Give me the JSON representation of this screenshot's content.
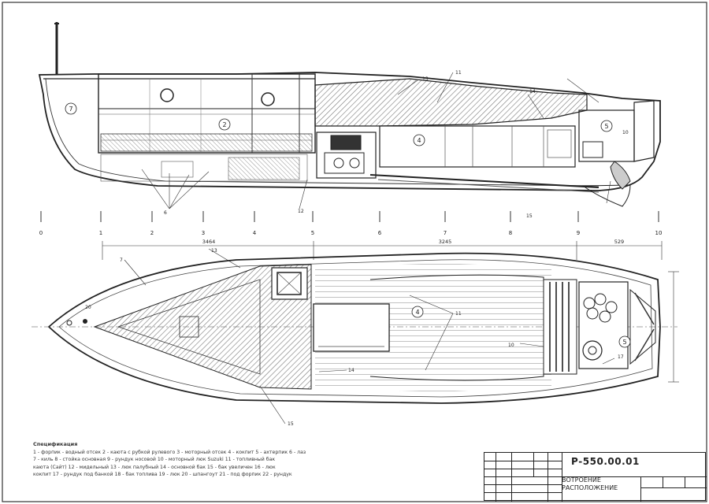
{
  "drawing": {
    "code": "Р-550.00.01",
    "name_line1": "ВОТРОЕНИЕ",
    "name_line2": "РАСПОЛОЖЕНИЕ",
    "legend_title": "Спецификация",
    "legend_lines": [
      "1 - форпик - водный отсек 2 - каюта с рубкой рулевого 3 - моторный отсек 4 - кокпит 5 - ахтерпик 6 - лаз",
      "7 - киль 8 - стойка основная 9 - рундук носовой 10 - моторный люк Suzuki 11 - топливный бак",
      "каюта (Сайт) 12 - мидельный 13 - люк палубный 14 - основной бак 15 - бак увеличен 16 - люк",
      "кокпит 17 - рундук под банкой 18 - бак топлива 19 - люк 20 - шпангоут 21 - под форпик 22 - рундук"
    ]
  },
  "dimensions": {
    "d1": "3464",
    "d2": "3245",
    "d3": "529"
  },
  "stations": [
    "0",
    "1",
    "2",
    "3",
    "4",
    "5",
    "6",
    "7",
    "8",
    "9",
    "10"
  ],
  "compartment_labels": {
    "side": [
      "7",
      "2",
      "4",
      "5"
    ],
    "plan": [
      "4",
      "5"
    ]
  },
  "callouts": [
    "6",
    "13",
    "11",
    "14",
    "12",
    "15",
    "10",
    "13",
    "7",
    "13",
    "11",
    "14",
    "10",
    "15",
    "17",
    "20"
  ]
}
